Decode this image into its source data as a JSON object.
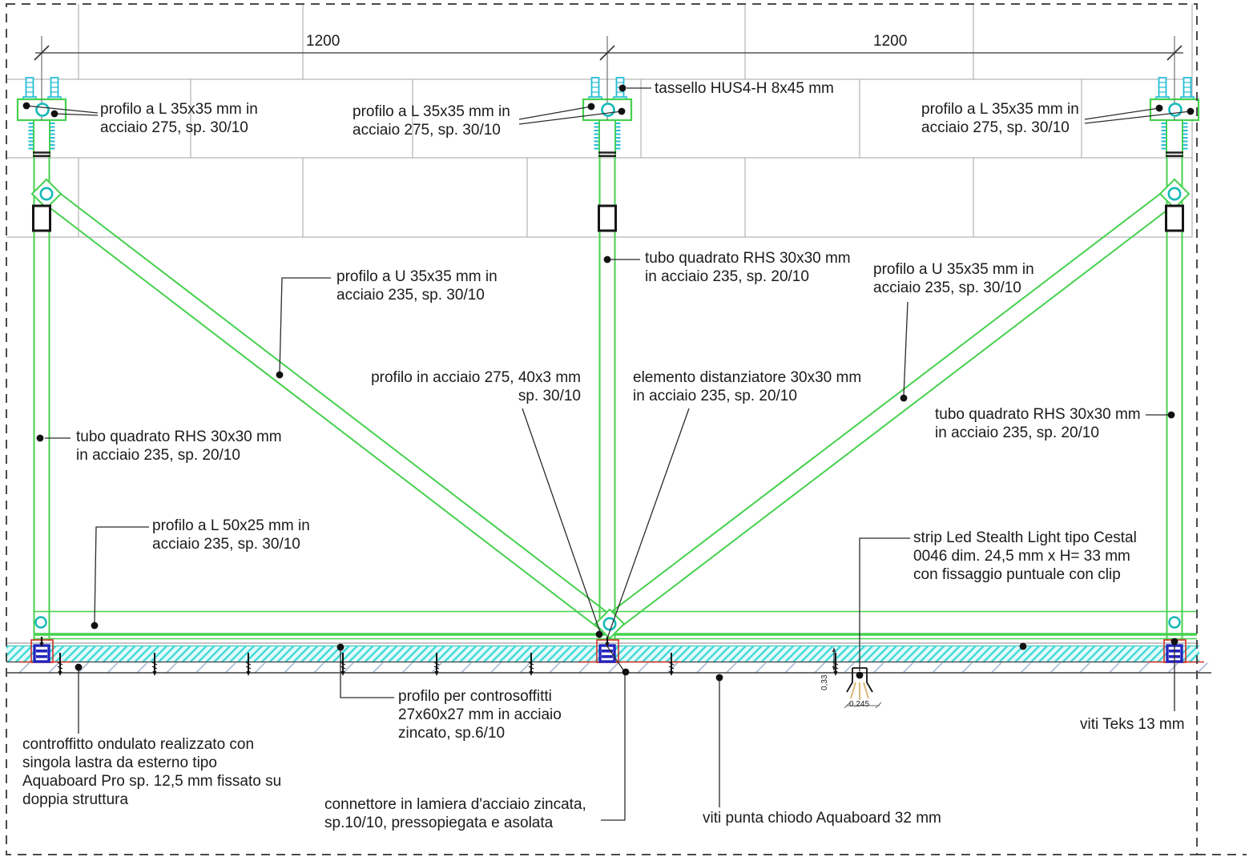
{
  "drawing": {
    "type": "construction-detail-section",
    "dimensions": {
      "span_left": "1200",
      "span_right": "1200"
    },
    "labels": {
      "tassello": "tassello HUS4-H 8x45 mm",
      "profilo_l35_left": "profilo a L 35x35 mm in\nacciaio 275, sp. 30/10",
      "profilo_l35_center": "profilo a L 35x35 mm in\nacciaio 275, sp. 30/10",
      "profilo_l35_right": "profilo a L 35x35 mm in\nacciaio 275, sp. 30/10",
      "profilo_u35_left": "profilo a U 35x35 mm in\nacciaio 235, sp. 30/10",
      "profilo_u35_right": "profilo a U 35x35 mm in\nacciaio 235, sp. 30/10",
      "tubo_quadrato_center": "tubo quadrato RHS 30x30 mm\nin acciaio 235, sp. 20/10",
      "tubo_quadrato_left": "tubo quadrato RHS 30x30 mm\nin acciaio 235, sp. 20/10",
      "tubo_quadrato_right": "tubo quadrato RHS 30x30 mm\nin acciaio 235, sp. 20/10",
      "profilo_acciaio_275": "profilo in acciaio 275, 40x3 mm\nsp. 30/10",
      "elemento_distanziatore": "elemento distanziatore 30x30 mm\nin acciaio 235, sp. 20/10",
      "profilo_l50": "profilo a L 50x25 mm in\nacciaio 235, sp. 30/10",
      "strip_led": "strip Led Stealth Light tipo Cestal\n0046 dim. 24,5 mm x H= 33 mm\ncon fissaggio puntuale con clip",
      "viti_teks": "viti Teks 13 mm",
      "profilo_controsoffitti": "profilo per controsoffitti\n27x60x27 mm in acciaio\nzincato, sp.6/10",
      "controffitto": "controffitto ondulato realizzato con\nsingola lastra da esterno tipo\nAquaboard Pro sp. 12,5 mm fissato su\ndoppia struttura",
      "connettore": "connettore in lamiera d'acciaio zincata,\nsp.10/10, pressopiegata e  asolata",
      "viti_punta": "viti punta chiodo Aquaboard 32 mm",
      "dim_033": "0,33",
      "dim_0245": "0,245"
    },
    "colors": {
      "structure_green": "#46d14e",
      "anchor_cyan": "#25bdd6",
      "hole_teal": "#15b8b8",
      "connector_blue": "#2424bd",
      "profile_red": "#d02f26",
      "hatch_cyan": "#3cd9d9",
      "board_hatch": "#9fb4cf",
      "line_dark": "#3c3c3c"
    }
  }
}
